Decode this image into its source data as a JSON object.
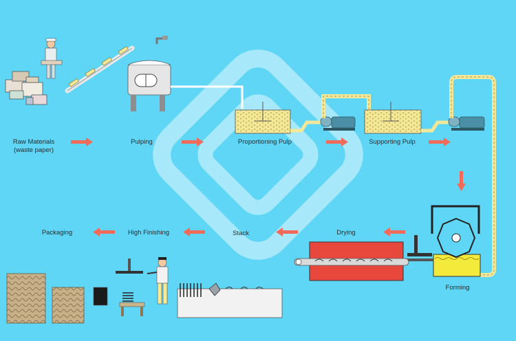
{
  "colors": {
    "background": "#5fd6f6",
    "arrow": "#f26a5a",
    "pulp": "#f3e79a",
    "pipe": "#f3e79a",
    "dryer": "#e8473c",
    "machine": "#4a8fa6",
    "watermark": "#ffffff"
  },
  "stages": {
    "raw_materials": "Raw Materials\n(waste paper)",
    "pulping": "Pulping",
    "proportioning": "Proportioning Pulp",
    "supporting": "Supporting Pulp",
    "forming": "Forming",
    "drying": "Drying",
    "stack": "Stack",
    "high_finishing": "High Finishing",
    "packaging": "Packaging"
  },
  "icons": {
    "worker": "worker-icon",
    "conveyor": "conveyor-icon",
    "pulper": "pulper-tank-icon",
    "pump": "pump-icon",
    "former": "forming-drum-icon",
    "dryer": "drying-line-icon",
    "press": "hot-press-icon",
    "trays": "egg-tray-stack-icon"
  }
}
